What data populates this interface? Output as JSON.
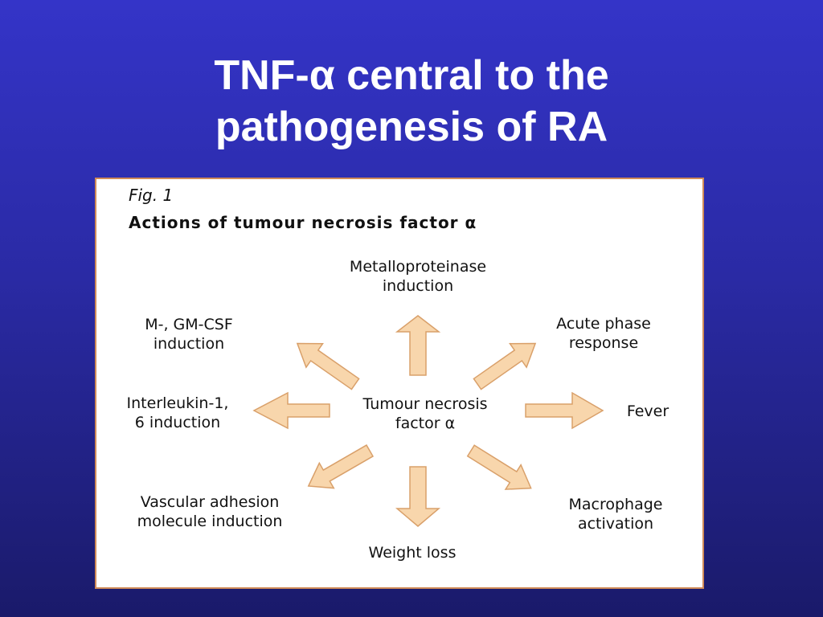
{
  "slide": {
    "title_line1": "TNF-α central to the",
    "title_line2": "pathogenesis of RA"
  },
  "figure": {
    "label": "Fig. 1",
    "heading": "Actions of tumour necrosis factor α",
    "center": {
      "line1": "Tumour necrosis",
      "line2": "factor α"
    },
    "effects": {
      "metalloproteinase": {
        "line1": "Metalloproteinase",
        "line2": "induction"
      },
      "csf": {
        "line1": "M-, GM-CSF",
        "line2": "induction"
      },
      "acute_phase": {
        "line1": "Acute phase",
        "line2": "response"
      },
      "interleukin": {
        "line1": "Interleukin-1,",
        "line2": "6 induction"
      },
      "fever": {
        "line1": "Fever"
      },
      "vascular": {
        "line1": "Vascular adhesion",
        "line2": "molecule induction"
      },
      "macrophage": {
        "line1": "Macrophage",
        "line2": "activation"
      },
      "weight_loss": {
        "line1": "Weight loss"
      }
    }
  },
  "colors": {
    "arrow_fill": "#f8d6ac",
    "arrow_stroke": "#d9a06a",
    "panel_border": "#d08a58",
    "background_top": "#3434c8",
    "background_bottom": "#1a1a6a"
  }
}
